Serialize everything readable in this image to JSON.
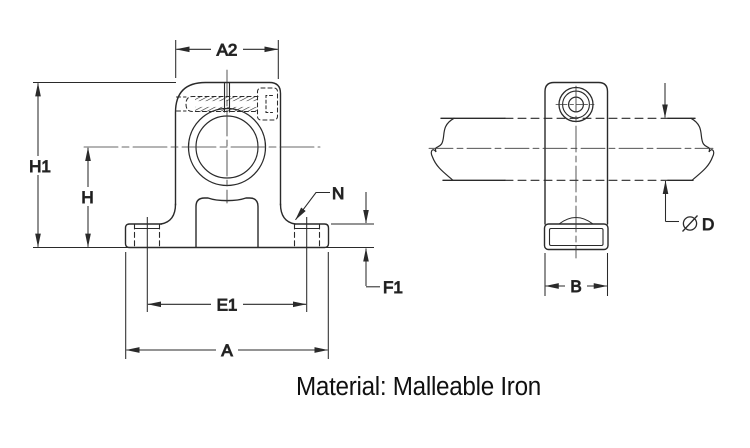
{
  "page": {
    "background": "#ffffff",
    "line_color": "#2a2a2a",
    "text_color": "#111111"
  },
  "material_note": "Material: Malleable Iron",
  "dimensions": {
    "a2": "A2",
    "h1": "H1",
    "h": "H",
    "n": "N",
    "e1": "E1",
    "a": "A",
    "f1": "F1",
    "b": "B",
    "d": "D"
  },
  "symbols": {
    "diameter": "⌀"
  }
}
